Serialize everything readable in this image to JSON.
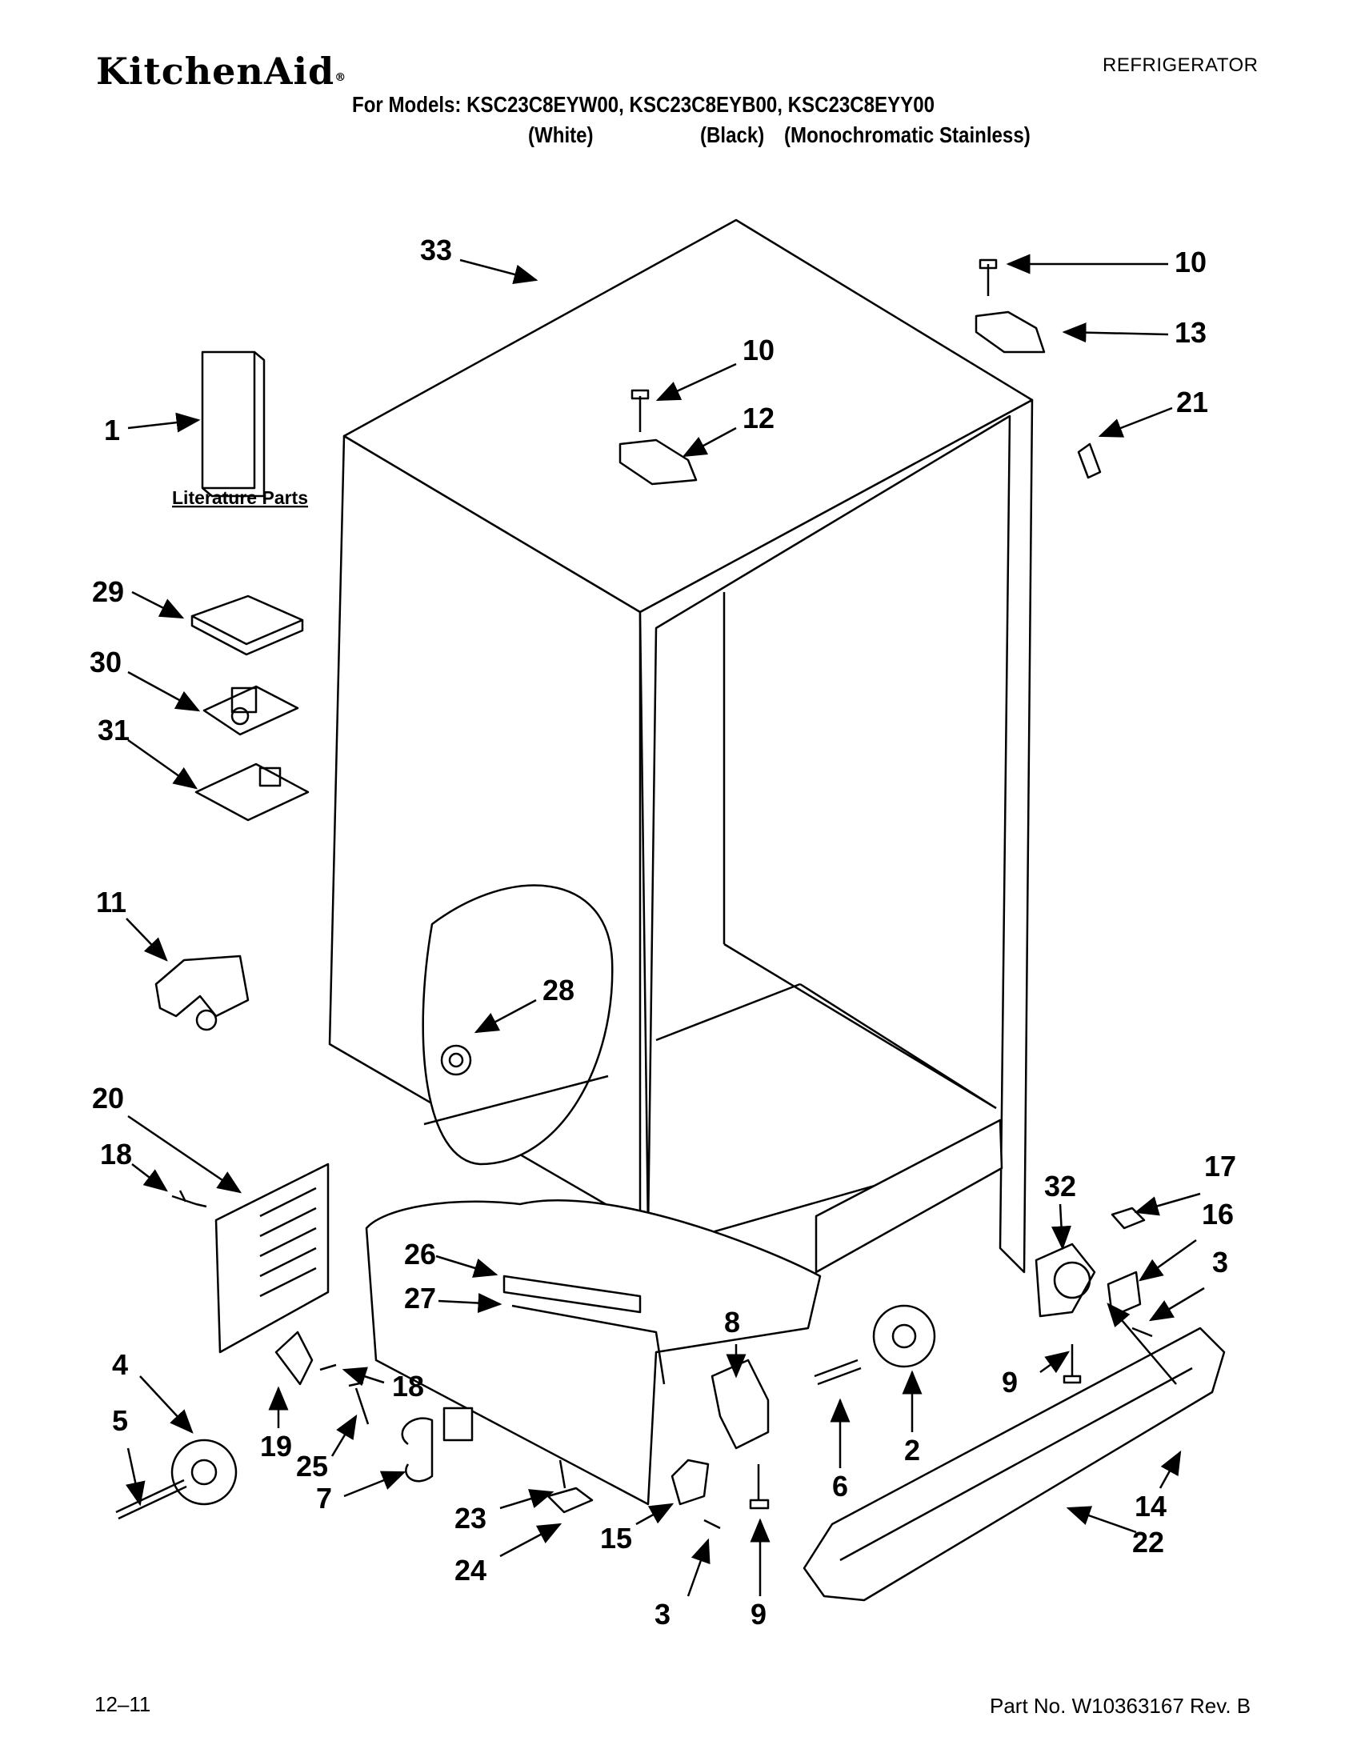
{
  "header": {
    "brand": "KitchenAid",
    "brand_mark": "®",
    "category": "REFRIGERATOR",
    "models_line": "For Models: KSC23C8EYW00, KSC23C8EYB00, KSC23C8EYY00",
    "variants": [
      "(White)",
      "(Black)",
      "(Monochromatic Stainless)"
    ]
  },
  "diagram": {
    "literature_label": "Literature Parts",
    "callouts": [
      "33",
      "10",
      "13",
      "10",
      "12",
      "21",
      "1",
      "29",
      "30",
      "31",
      "11",
      "28",
      "20",
      "18",
      "32",
      "17",
      "16",
      "3",
      "26",
      "27",
      "8",
      "4",
      "5",
      "19",
      "18",
      "25",
      "7",
      "23",
      "24",
      "15",
      "3",
      "9",
      "6",
      "2",
      "9",
      "14",
      "22"
    ]
  },
  "footer": {
    "date": "12–11",
    "part_number": "Part No. W10363167 Rev. B"
  }
}
